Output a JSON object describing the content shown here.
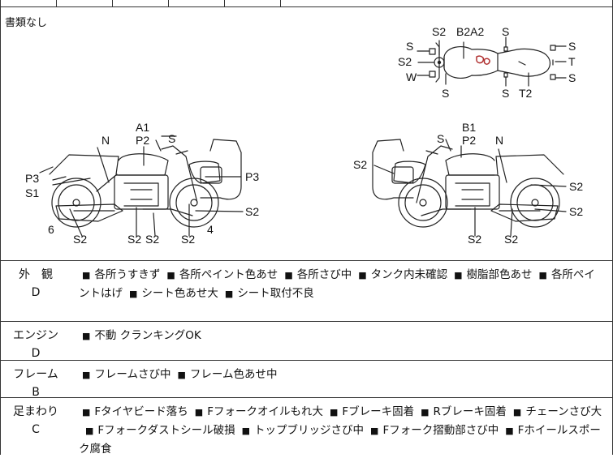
{
  "diagram_section": {
    "paper_note": "書類なし",
    "top_view_labels": {
      "s_left_top": "S",
      "s2_front": "S2",
      "b2a2": "B2A2",
      "s_rear_top": "S",
      "s2_left": "S2",
      "w": "W",
      "s_bottom_front": "S",
      "s_bottom_mid": "S",
      "t2": "T2",
      "s_right_top": "S",
      "t": "T",
      "s_right_bottom": "S"
    },
    "right_side_labels": {
      "a1": "A1",
      "p2": "P2",
      "s_mirror": "S",
      "n": "N",
      "p3_left": "P3",
      "s1": "S1",
      "p3_right": "P3",
      "s2_rear_wheel": "S2",
      "six": "6",
      "s2_bottom_1": "S2",
      "s2_bottom_2": "S2",
      "s2_bottom_3": "S2",
      "s2_bottom_4": "S2",
      "four": "4"
    },
    "left_side_labels": {
      "b1": "B1",
      "p2": "P2",
      "s_mirror": "S",
      "n": "N",
      "s2_top_case": "S2",
      "s2_fork": "S2",
      "s2_wheel": "S2",
      "s2_bottom_1": "S2",
      "s2_bottom_2": "S2"
    }
  },
  "condition_rows": [
    {
      "category": "外　観",
      "grade": "D",
      "items": [
        "各所うすきず",
        "各所ペイント色あせ",
        "各所さび中",
        "タンク内未確認",
        "樹脂部色あせ",
        "各所ペイントはげ",
        "シート色あせ大",
        "シート取付不良"
      ]
    },
    {
      "category": "エンジン",
      "grade": "D",
      "items": [
        "不動 クランキングOK"
      ]
    },
    {
      "category": "フレーム",
      "grade": "B",
      "items": [
        "フレームさび中",
        "フレーム色あせ中"
      ]
    },
    {
      "category": "足まわり",
      "grade": "C",
      "items": [
        "Fタイヤビード落ち",
        "Fフォークオイルもれ大",
        "Fブレーキ固着",
        "Rブレーキ固着",
        "チェーンさび大",
        "Fフォークダストシール破損",
        "トップブリッジさび中",
        "Fフォーク摺動部さび中",
        "Fホイールスポーク腐食"
      ]
    }
  ]
}
